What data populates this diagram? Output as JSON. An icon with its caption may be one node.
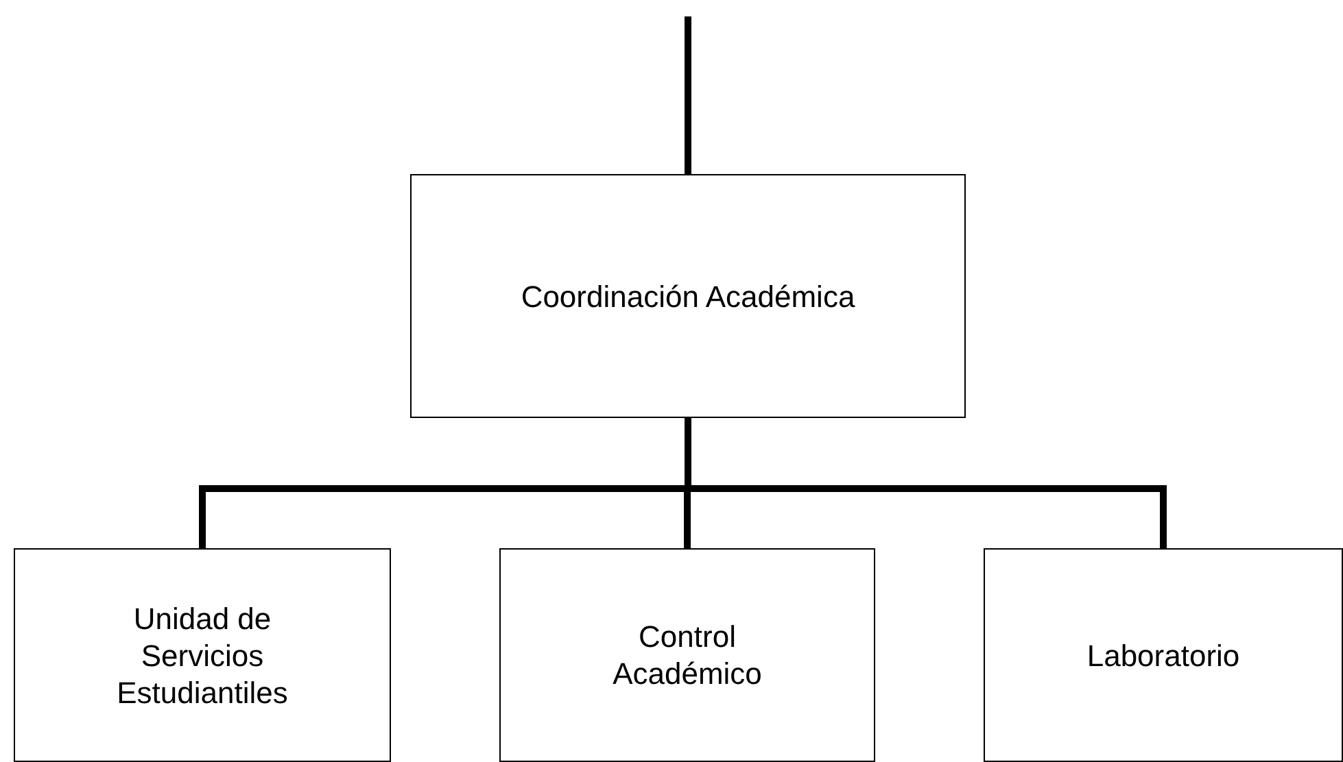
{
  "diagram": {
    "nodes": [
      {
        "text": [
          "Coordinación Académica"
        ]
      },
      {
        "text": [
          "Unidad de Servicios Estudiantiles"
        ]
      },
      {
        "text": [
          "Control Académico"
        ]
      },
      {
        "text": [
          "Laboratorio"
        ]
      }
    ],
    "edges": [
      {
        "from": null,
        "to": 0,
        "arrow": "none"
      },
      {
        "from": 0,
        "to": 1,
        "arrow": "none"
      },
      {
        "from": 0,
        "to": 2,
        "arrow": "none"
      },
      {
        "from": 0,
        "to": 3,
        "arrow": "none"
      }
    ]
  }
}
